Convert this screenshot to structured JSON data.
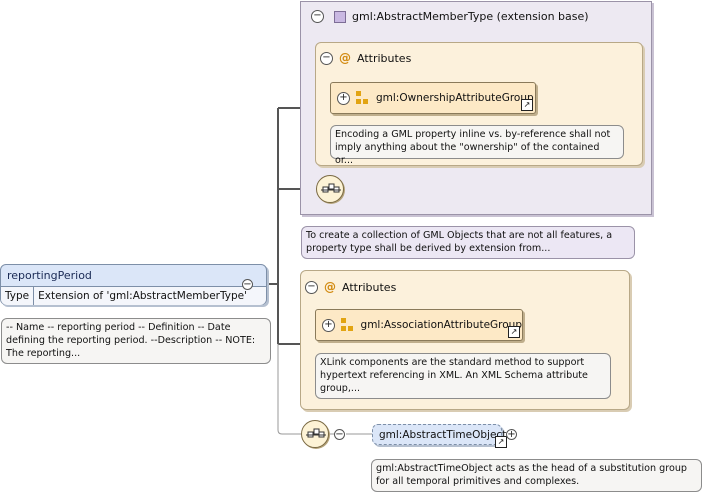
{
  "extension_base": {
    "title": "gml:AbstractMemberType (extension base)",
    "attributes_label": "Attributes",
    "group_name": "gml:OwnershipAttributeGroup",
    "group_note": "Encoding a GML property inline vs. by-reference shall not imply anything about the \"ownership\" of the contained or...",
    "note": "To create a collection of GML Objects that are not all features, a property type shall be derived by extension from..."
  },
  "attributes": {
    "label": "Attributes",
    "group_name": "gml:AssociationAttributeGroup",
    "group_note": "XLink components are the standard method to support hypertext referencing in XML. An XML Schema attribute group,..."
  },
  "element": {
    "name": "reportingPeriod",
    "type_label": "Type",
    "type_value": "Extension of 'gml:AbstractMemberType'",
    "note": "-- Name -- reporting period -- Definition -- Date defining the reporting period. --Description -- NOTE: The reporting..."
  },
  "child": {
    "name": "gml:AbstractTimeObject",
    "note": "gml:AbstractTimeObject acts as the head of a substitution group for all temporal primitives and complexes."
  },
  "symbols": {
    "collapse": "−",
    "expand": "+",
    "link": "↗",
    "at": "@"
  }
}
